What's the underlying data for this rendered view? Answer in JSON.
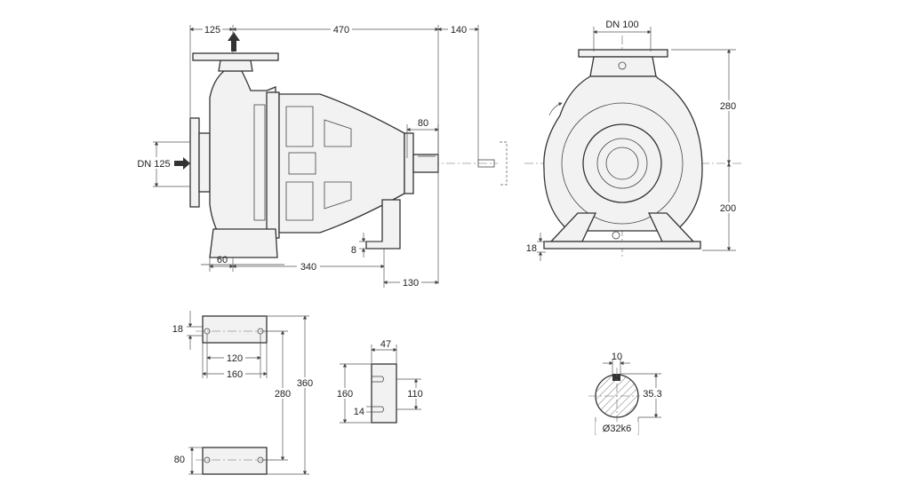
{
  "side_view": {
    "top_dims": [
      "125",
      "470",
      "140"
    ],
    "shaft_dim": "80",
    "suction_label": "DN 125",
    "bottom_dims": [
      "60",
      "340"
    ],
    "foot_height": "8",
    "rear_foot": "130"
  },
  "front_view": {
    "discharge_label": "DN 100",
    "height_upper": "280",
    "height_lower": "200",
    "foot_height": "18"
  },
  "baseplate": {
    "hole_offset": "18",
    "hole_spacing": "120",
    "width": "160",
    "inner_height": "280",
    "total_height": "360",
    "bottom_height": "80"
  },
  "foot_detail": {
    "width": "47",
    "height": "160",
    "slot_height": "110",
    "slot_width": "14"
  },
  "shaft_section": {
    "key_width": "10",
    "key_depth": "35.3",
    "diameter": "Ø32k6"
  }
}
